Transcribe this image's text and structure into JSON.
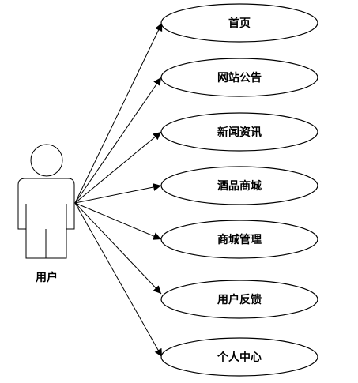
{
  "actor": {
    "label": "用户"
  },
  "use_cases": [
    {
      "label": "首页"
    },
    {
      "label": "网站公告"
    },
    {
      "label": "新闻资讯"
    },
    {
      "label": "酒品商城"
    },
    {
      "label": "商城管理"
    },
    {
      "label": "用户反馈"
    },
    {
      "label": "个人中心"
    }
  ]
}
